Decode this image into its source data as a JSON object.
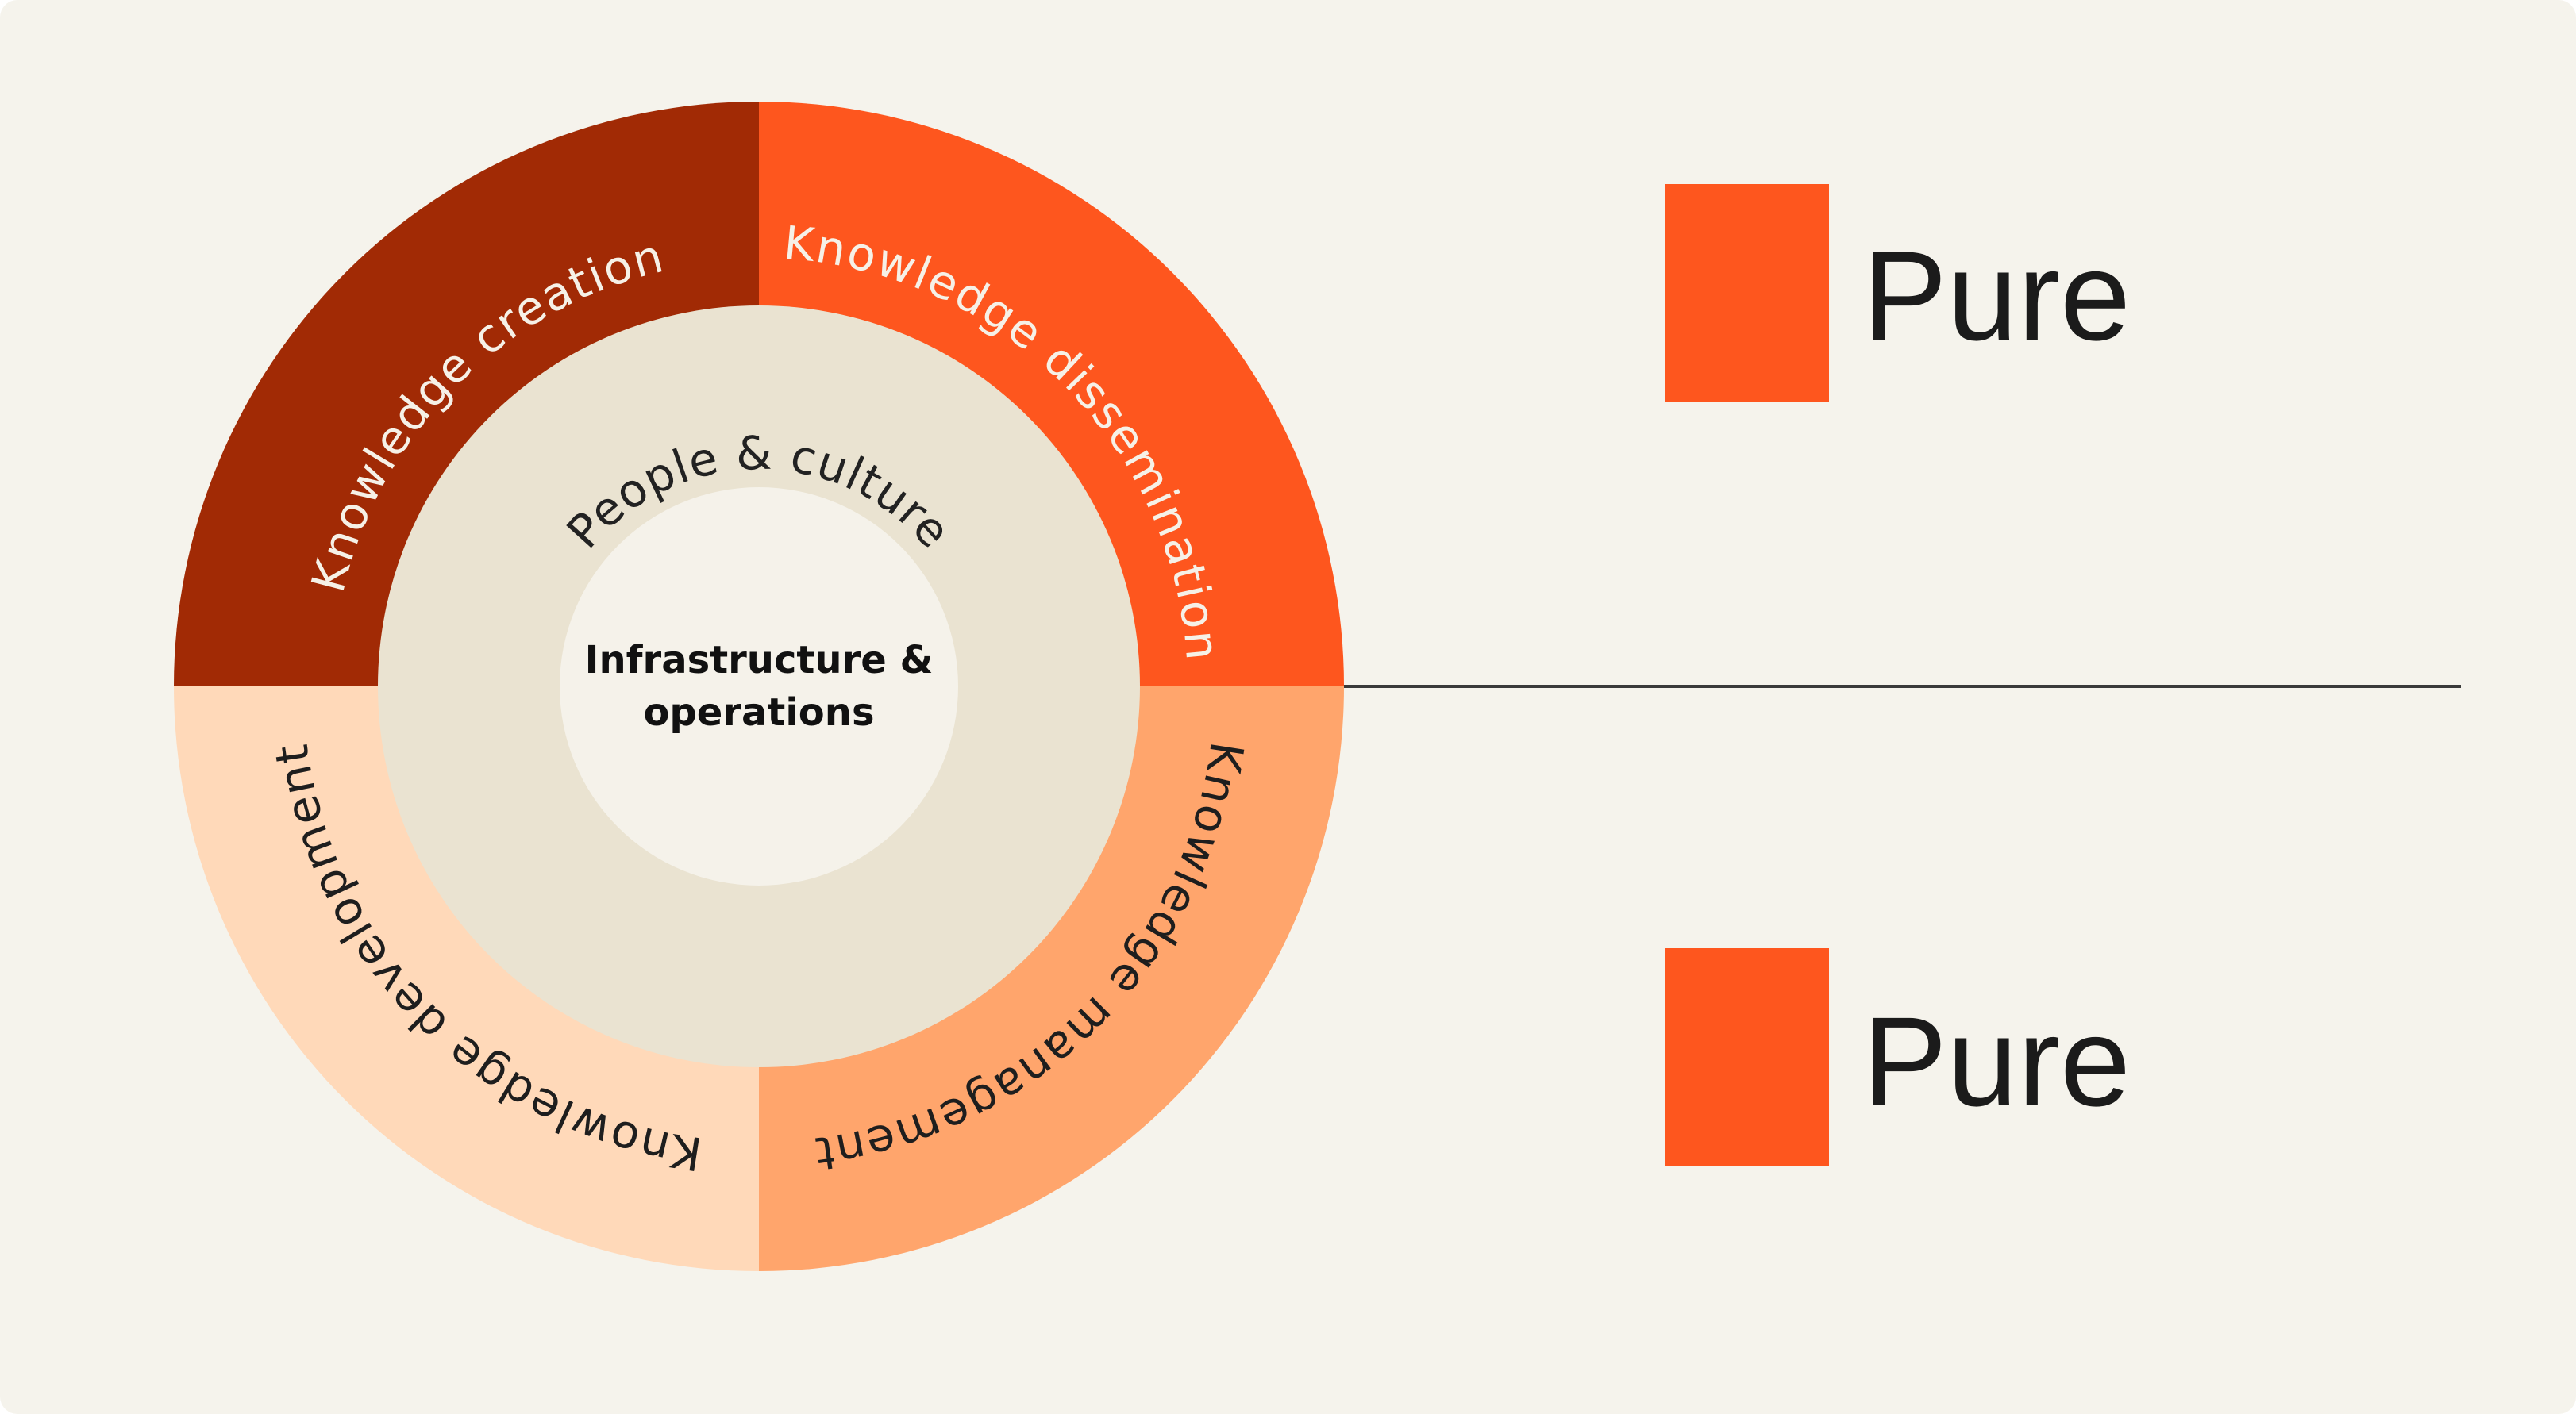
{
  "diagram": {
    "segments": [
      {
        "id": "creation",
        "label": "Knowledge creation",
        "color": "#A12A05",
        "text_color": "#F6F1E7"
      },
      {
        "id": "dissemination",
        "label": "Knowledge dissemination",
        "color": "#FE561E",
        "text_color": "#F6F1E7"
      },
      {
        "id": "management",
        "label": "Knowledge management",
        "color": "#FFA56C",
        "text_color": "#1E1E1E"
      },
      {
        "id": "development",
        "label": "Knowledge development",
        "color": "#FFD9B9",
        "text_color": "#1E1E1E"
      }
    ],
    "middle_ring": {
      "label": "People & culture",
      "color": "#EAE3D1",
      "text_color": "#222222"
    },
    "core": {
      "label_line1": "Infrastructure &",
      "label_line2": "operations",
      "color": "#F5F2EA",
      "text_color": "#111111"
    }
  },
  "legend": {
    "items": [
      {
        "label": "Pure",
        "color": "#FE561E"
      },
      {
        "label": "Pure",
        "color": "#FE561E"
      }
    ]
  },
  "colors": {
    "background": "#F5F3EC",
    "divider": "#3A3A3A",
    "legend_text": "#1B1B1B"
  }
}
